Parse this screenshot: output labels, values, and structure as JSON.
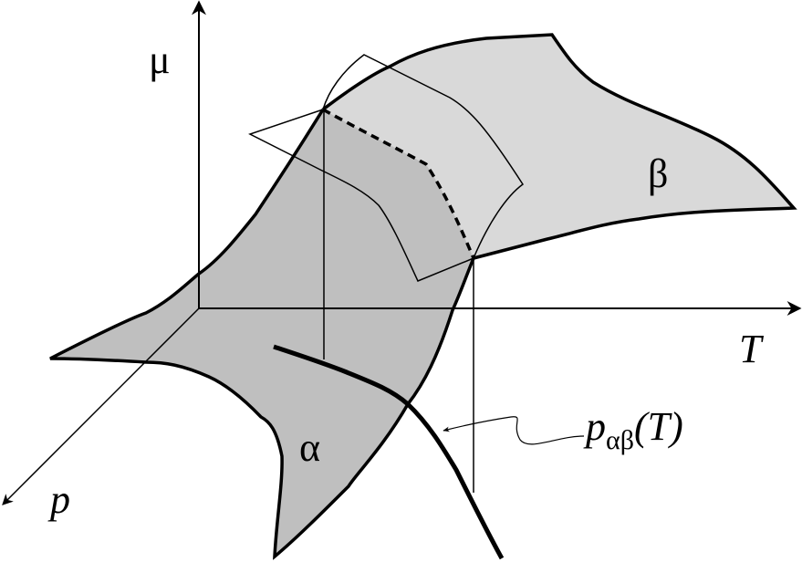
{
  "diagram": {
    "axes": {
      "vertical": "μ",
      "horizontal": "T",
      "depth": "p"
    },
    "phases": {
      "alpha": "α",
      "beta": "β"
    },
    "curve_label": {
      "main": "p",
      "subscript": "αβ",
      "arg": "(T)"
    },
    "colors": {
      "alpha_surface": "#bfbfbf",
      "beta_surface": "#d9d9d9",
      "lines": "#000000"
    }
  }
}
